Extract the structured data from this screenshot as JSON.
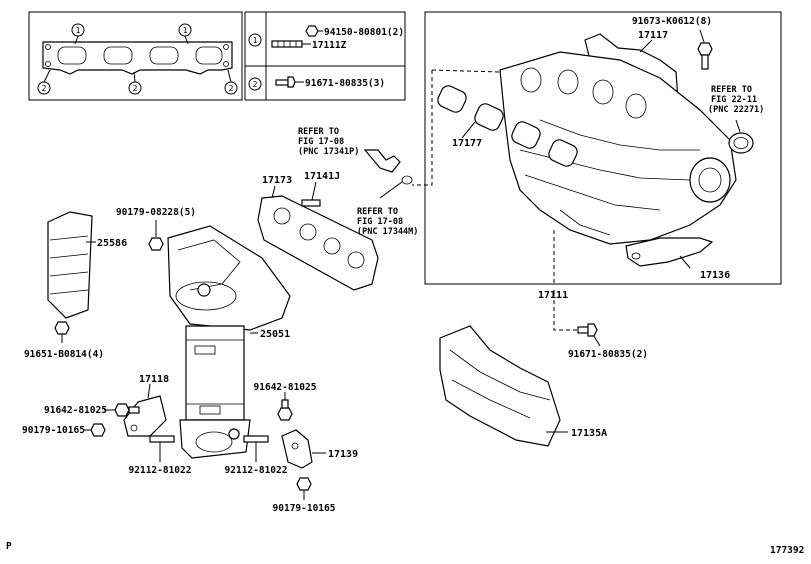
{
  "legend": {
    "marker1": "1",
    "marker2": "2",
    "row1_a": "94150-80801(2)",
    "row1_b": "17111Z",
    "row2_a": "91671-80835(3)"
  },
  "labels": {
    "p91673": "91673-K0612(8)",
    "p17117": "17117",
    "refer_22_11": [
      "REFER TO",
      "FIG 22-11",
      "(PNC 22271)"
    ],
    "refer_17341p": [
      "REFER TO",
      "FIG 17-08",
      "(PNC 17341P)"
    ],
    "refer_17344m": [
      "REFER TO",
      "FIG 17-08",
      "(PNC 17344M)"
    ],
    "p17177": "17177",
    "p17173": "17173",
    "p17141j": "17141J",
    "p90179_08228": "90179-08228(5)",
    "p25586": "25586",
    "p17136": "17136",
    "p17111": "17111",
    "p91651": "91651-B0814(4)",
    "p25051": "25051",
    "p91671_2": "91671-80835(2)",
    "p17118": "17118",
    "p91642_a": "91642-81025",
    "p91642_b": "91642-81025",
    "p90179_10165_a": "90179-10165",
    "p17139": "17139",
    "p17135a": "17135A",
    "p92112_a": "92112-81022",
    "p92112_b": "92112-81022",
    "p90179_10165_b": "90179-10165",
    "corner_p": "P",
    "fig_no": "177392"
  }
}
